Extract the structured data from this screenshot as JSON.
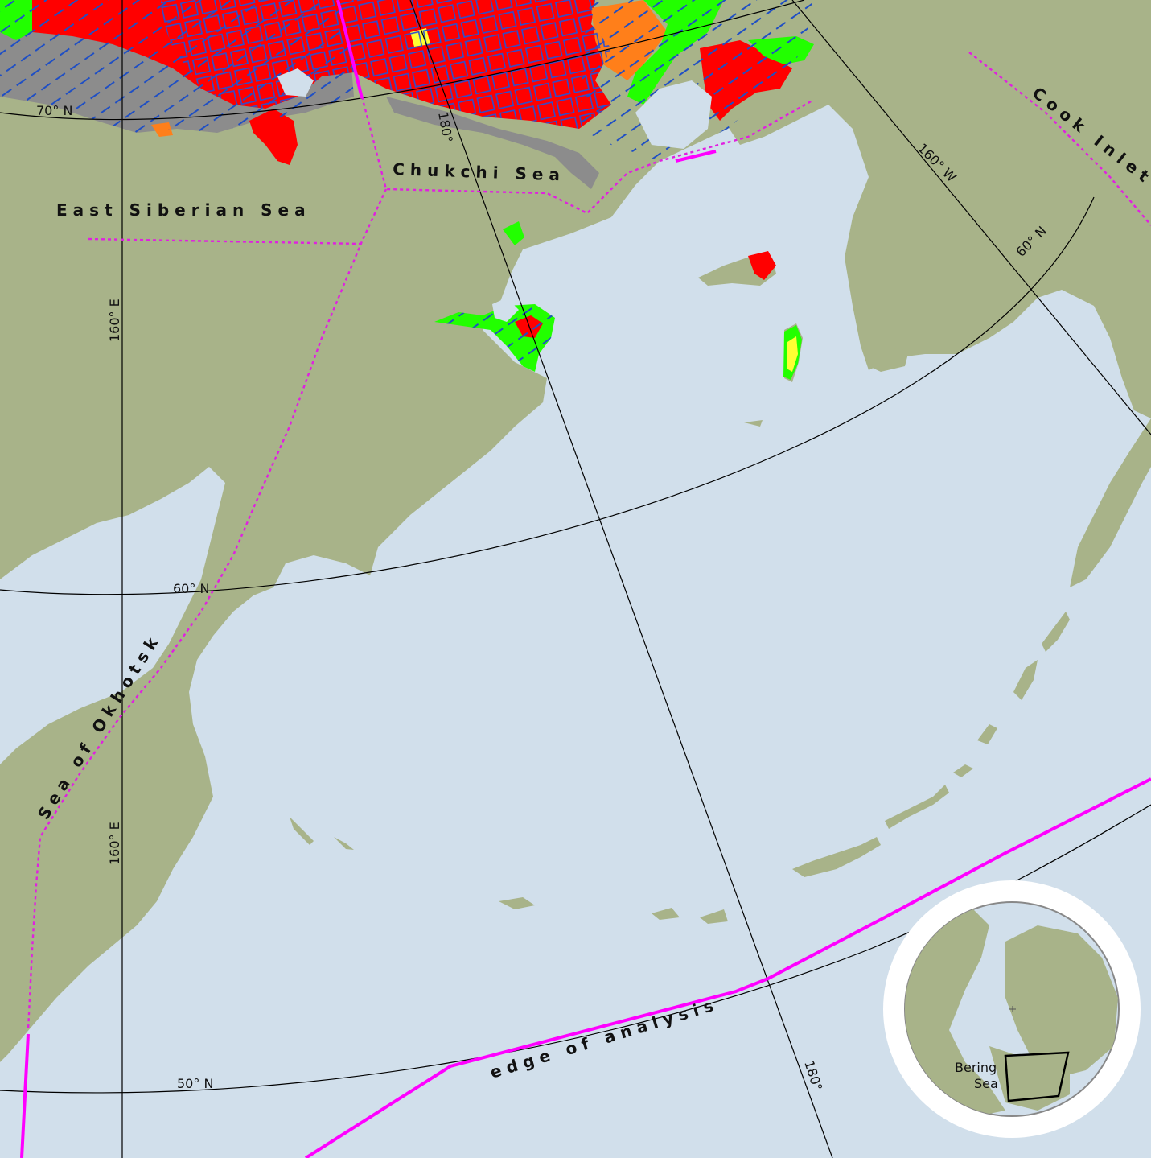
{
  "colors": {
    "ocean": "#d1dfeb",
    "land": "#a8b389",
    "graticule": "#000000",
    "boundary_dotted": "#e020e0",
    "edge_of_analysis": "#ff00ff",
    "class_red": "#ff0000",
    "class_green": "#22ff00",
    "class_orange": "#ff7f1a",
    "class_yellow": "#ffff33",
    "class_gray": "#8c8c8c",
    "hatch_blue": "#1f4fc4"
  },
  "seas": {
    "east_siberian": "East Siberian Sea",
    "chukchi": "Chukchi Sea",
    "cook_inlet": "Cook Inlet",
    "okhotsk": "Sea of Okhotsk"
  },
  "graticule": {
    "lat70": "70° N",
    "lat60_left": "60° N",
    "lat60_right": "60° N",
    "lat50": "50° N",
    "lon160e_top": "160° E",
    "lon160e_bottom": "160° E",
    "lon180_top": "180°",
    "lon180_bottom": "180°",
    "lon160w": "160° W"
  },
  "edge_label": "edge of analysis",
  "inset": {
    "label_line1": "Bering",
    "label_line2": "Sea"
  }
}
